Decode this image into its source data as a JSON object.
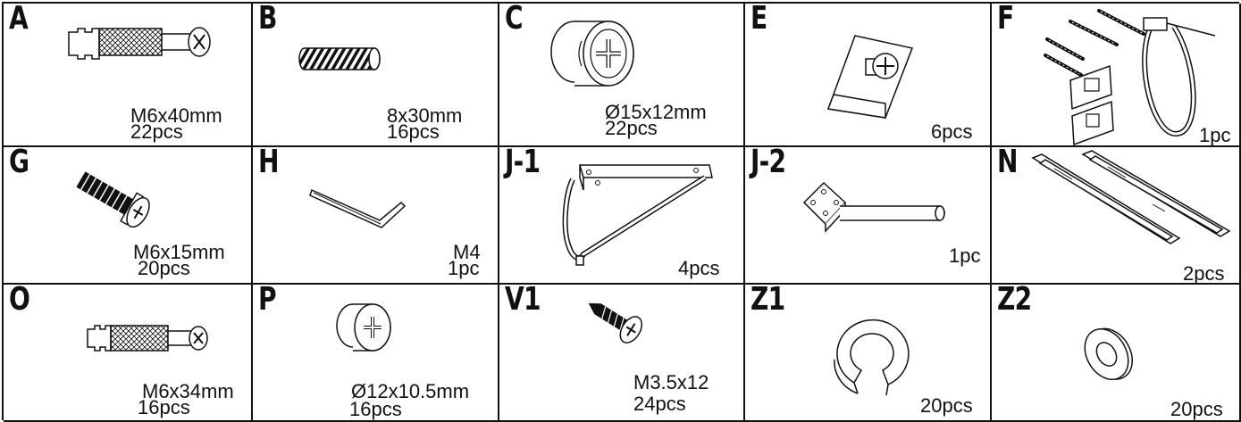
{
  "parts": [
    {
      "letter": "A",
      "size": "M6x40mm",
      "qty": "22pcs",
      "icon": "cam-bolt-long"
    },
    {
      "letter": "B",
      "size": "8x30mm",
      "qty": "16pcs",
      "icon": "wood-dowel"
    },
    {
      "letter": "C",
      "size": "Ø15x12mm",
      "qty": "22pcs",
      "icon": "cam-lock-nut"
    },
    {
      "letter": "E",
      "size": "",
      "qty": "6pcs",
      "icon": "corner-bracket"
    },
    {
      "letter": "F",
      "size": "",
      "qty": "1pc",
      "icon": "anti-tip-kit"
    },
    {
      "letter": "G",
      "size": "M6x15mm",
      "qty": "20pcs",
      "icon": "machine-screw"
    },
    {
      "letter": "H",
      "size": "M4",
      "qty": "1pc",
      "icon": "hex-key"
    },
    {
      "letter": "J-1",
      "size": "",
      "qty": "4pcs",
      "icon": "hairpin-leg"
    },
    {
      "letter": "J-2",
      "size": "",
      "qty": "1pc",
      "icon": "center-leg"
    },
    {
      "letter": "N",
      "size": "",
      "qty": "2pcs",
      "icon": "drawer-slides"
    },
    {
      "letter": "O",
      "size": "M6x34mm",
      "qty": "16pcs",
      "icon": "cam-bolt-short"
    },
    {
      "letter": "P",
      "size": "Ø12x10.5mm",
      "qty": "16pcs",
      "icon": "cam-lock-nut-small"
    },
    {
      "letter": "V1",
      "size": "M3.5x12",
      "qty": "24pcs",
      "icon": "wood-screw"
    },
    {
      "letter": "Z1",
      "size": "",
      "qty": "20pcs",
      "icon": "cover-cap"
    },
    {
      "letter": "Z2",
      "size": "",
      "qty": "20pcs",
      "icon": "washer"
    }
  ]
}
